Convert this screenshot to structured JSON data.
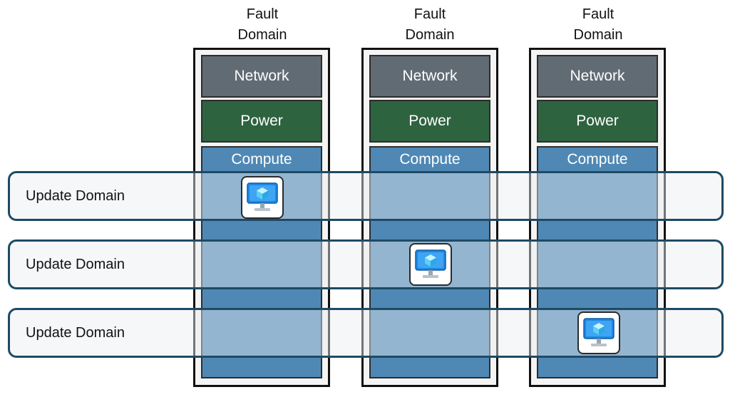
{
  "fault_domains": [
    {
      "title_line1": "Fault",
      "title_line2": "Domain",
      "network_label": "Network",
      "power_label": "Power",
      "compute_label": "Compute"
    },
    {
      "title_line1": "Fault",
      "title_line2": "Domain",
      "network_label": "Network",
      "power_label": "Power",
      "compute_label": "Compute"
    },
    {
      "title_line1": "Fault",
      "title_line2": "Domain",
      "network_label": "Network",
      "power_label": "Power",
      "compute_label": "Compute"
    }
  ],
  "update_domains": [
    {
      "label": "Update Domain"
    },
    {
      "label": "Update Domain"
    },
    {
      "label": "Update Domain"
    }
  ],
  "vm_icon": "virtual-machine-icon",
  "colors": {
    "network": "#616b74",
    "power": "#2e6340",
    "compute": "#4f88b5",
    "update_domain_border": "#1e4a64",
    "vm_screen": "#1e88e5"
  }
}
